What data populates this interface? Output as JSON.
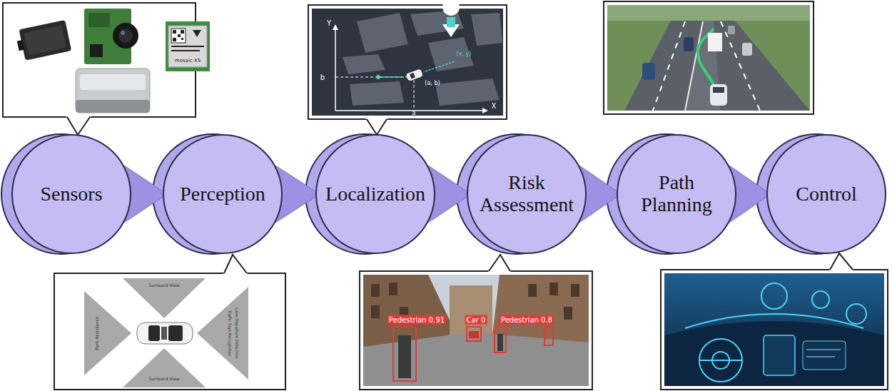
{
  "diagram": {
    "nodes": [
      {
        "text": [
          "Sensors"
        ]
      },
      {
        "text": [
          "Perception"
        ]
      },
      {
        "text": [
          "Localization"
        ]
      },
      {
        "text": [
          "Risk Assessment"
        ]
      },
      {
        "text": [
          "Path Planning"
        ]
      },
      {
        "text": [
          "Control"
        ]
      }
    ],
    "edges": [
      {
        "from": 0,
        "to": 1,
        "arrow": "to"
      },
      {
        "from": 1,
        "to": 2,
        "arrow": "to"
      },
      {
        "from": 2,
        "to": 3,
        "arrow": "to"
      },
      {
        "from": 3,
        "to": 4,
        "arrow": "to"
      },
      {
        "from": 4,
        "to": 5,
        "arrow": "to"
      }
    ],
    "labels": [
      "mosaic-X5",
      "Y",
      "X",
      "b",
      "a",
      "(a, b)",
      "(x, y)",
      "Surround View",
      "Park Assistance",
      "Traffic Sign Recognition",
      "Lane Departure Detection",
      "Surround View",
      "Pedestrian 0.91",
      "Car 0",
      "Pedestrian 0.8"
    ]
  }
}
